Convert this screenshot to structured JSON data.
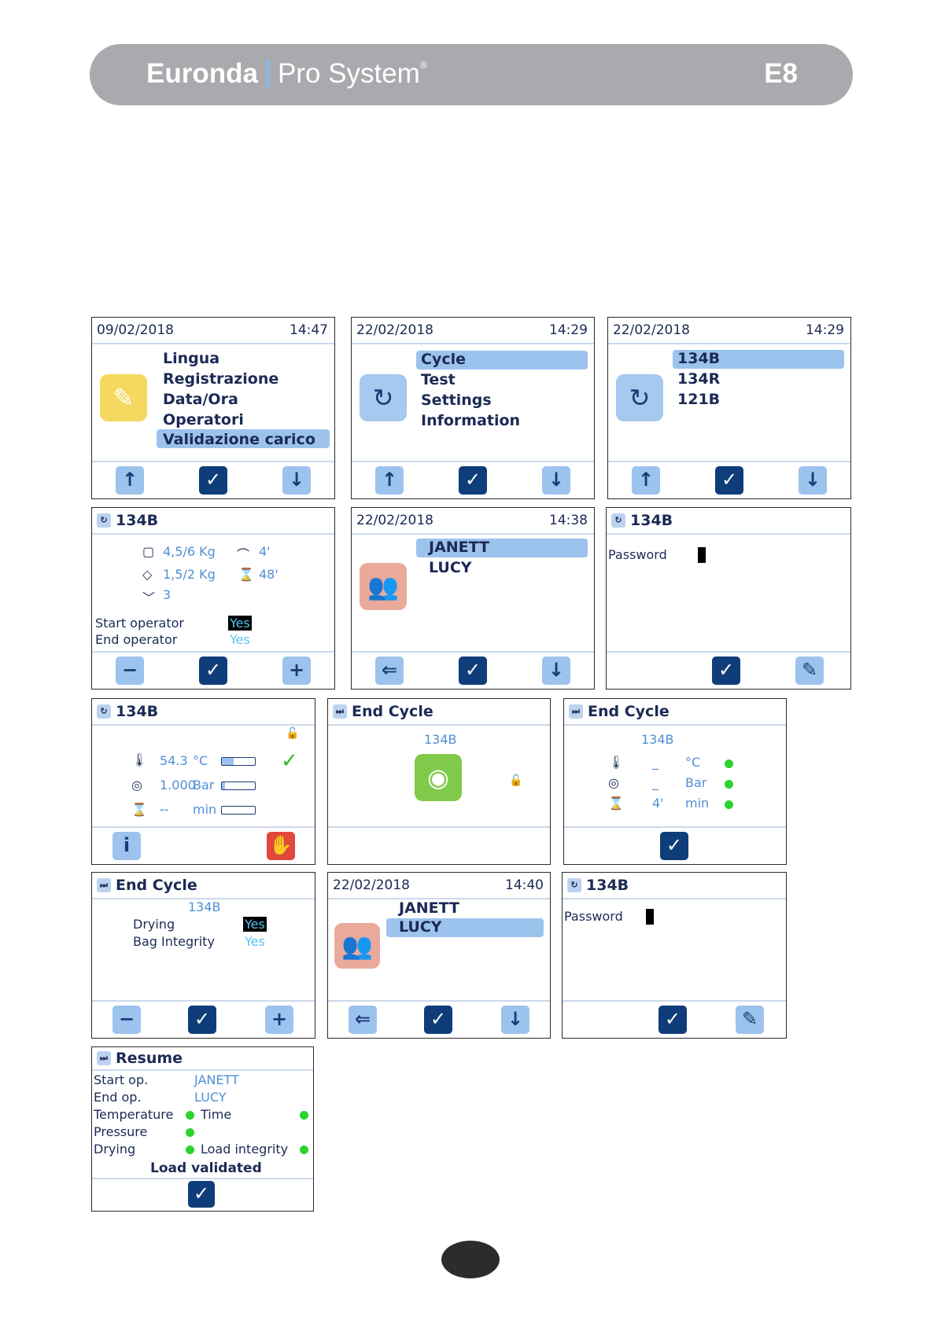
{
  "header": {
    "brand_bold": "Euronda",
    "brand_light": "Pro System",
    "brand_reg": "®",
    "model": "E8"
  },
  "icons": {
    "up": "↑",
    "down": "↓",
    "ok": "✓",
    "minus": "−",
    "plus": "+",
    "back": "⇐",
    "edit": "✎",
    "info": "i",
    "stop": "✋",
    "refresh": "↻",
    "users": "👥",
    "lock": "🔓"
  },
  "s1": {
    "date": "09/02/2018",
    "time": "14:47",
    "items": [
      "Lingua",
      "Registrazione",
      "Data/Ora",
      "Operatori",
      "Validazione carico"
    ]
  },
  "s2": {
    "date": "22/02/2018",
    "time": "14:29",
    "items": [
      "Cycle",
      "Test",
      "Settings",
      "Information"
    ]
  },
  "s3": {
    "date": "22/02/2018",
    "time": "14:29",
    "items": [
      "134B",
      "134R",
      "121B"
    ]
  },
  "s4": {
    "title": "134B",
    "load1": "4,5/6  Kg",
    "load2": "1,5/2  Kg",
    "time1": "4'",
    "time2": "48'",
    "count": "3",
    "start_label": "Start  operator",
    "start_val": "Yes",
    "end_label": "End  operator",
    "end_val": "Yes"
  },
  "s5": {
    "date": "22/02/2018",
    "time": "14:38",
    "items": [
      "JANETT",
      "LUCY"
    ]
  },
  "s6": {
    "title": "134B",
    "password_label": "Password"
  },
  "s7": {
    "title": "134B",
    "temp": "54.3",
    "temp_unit": "°C",
    "press": "1.000",
    "press_unit": "Bar",
    "time": "--",
    "time_unit": "min",
    "temp_level": 0.35,
    "press_level": 0.1,
    "time_level": 0.0
  },
  "s8": {
    "title": "End  Cycle",
    "program": "134B"
  },
  "s9": {
    "title": "End  Cycle",
    "program": "134B",
    "temp": "_",
    "temp_unit": "°C",
    "press": "_",
    "press_unit": "Bar",
    "time": "4'",
    "time_unit": "min"
  },
  "s10": {
    "title": "End  Cycle",
    "program": "134B",
    "drying_label": "Drying",
    "drying_val": "Yes",
    "bag_label": "Bag  Integrity",
    "bag_val": "Yes"
  },
  "s11": {
    "date": "22/02/2018",
    "time": "14:40",
    "items": [
      "JANETT",
      "LUCY"
    ]
  },
  "s12": {
    "title": "134B",
    "password_label": "Password"
  },
  "s13": {
    "title": "Resume",
    "start_label": "Start  op.",
    "start_val": "JANETT",
    "end_label": "End  op.",
    "end_val": "LUCY",
    "temp_label": "Temperature",
    "time_label": "Time",
    "press_label": "Pressure",
    "drying_label": "Drying",
    "integrity_label": "Load  integrity",
    "validated": "Load  validated"
  }
}
